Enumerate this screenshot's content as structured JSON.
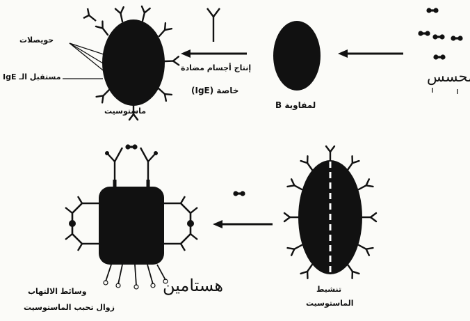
{
  "labels": {
    "vesicles": "حويصلات",
    "ige_receptor": "مستقبل الـ IgE",
    "mastocyte": "ماستوسيت",
    "antibody_production_line1": "إنتاج أجسام مضادة",
    "antibody_production_line2": "خاصة (IgE)",
    "b_lymphocyte": "لمفاوية B",
    "allergen": "محسس",
    "mastocyte_activation_line1": "تنشيط",
    "mastocyte_activation_line2": "الماستوسيت",
    "histamine": "هستامين",
    "inflammation_mediators": "وسائط الالتهاب",
    "degranulation": "زوال تحبب الماستوسيت"
  },
  "colors": {
    "ink": "#111111",
    "background": "#fbfbf8",
    "dash": "#ffffff"
  }
}
